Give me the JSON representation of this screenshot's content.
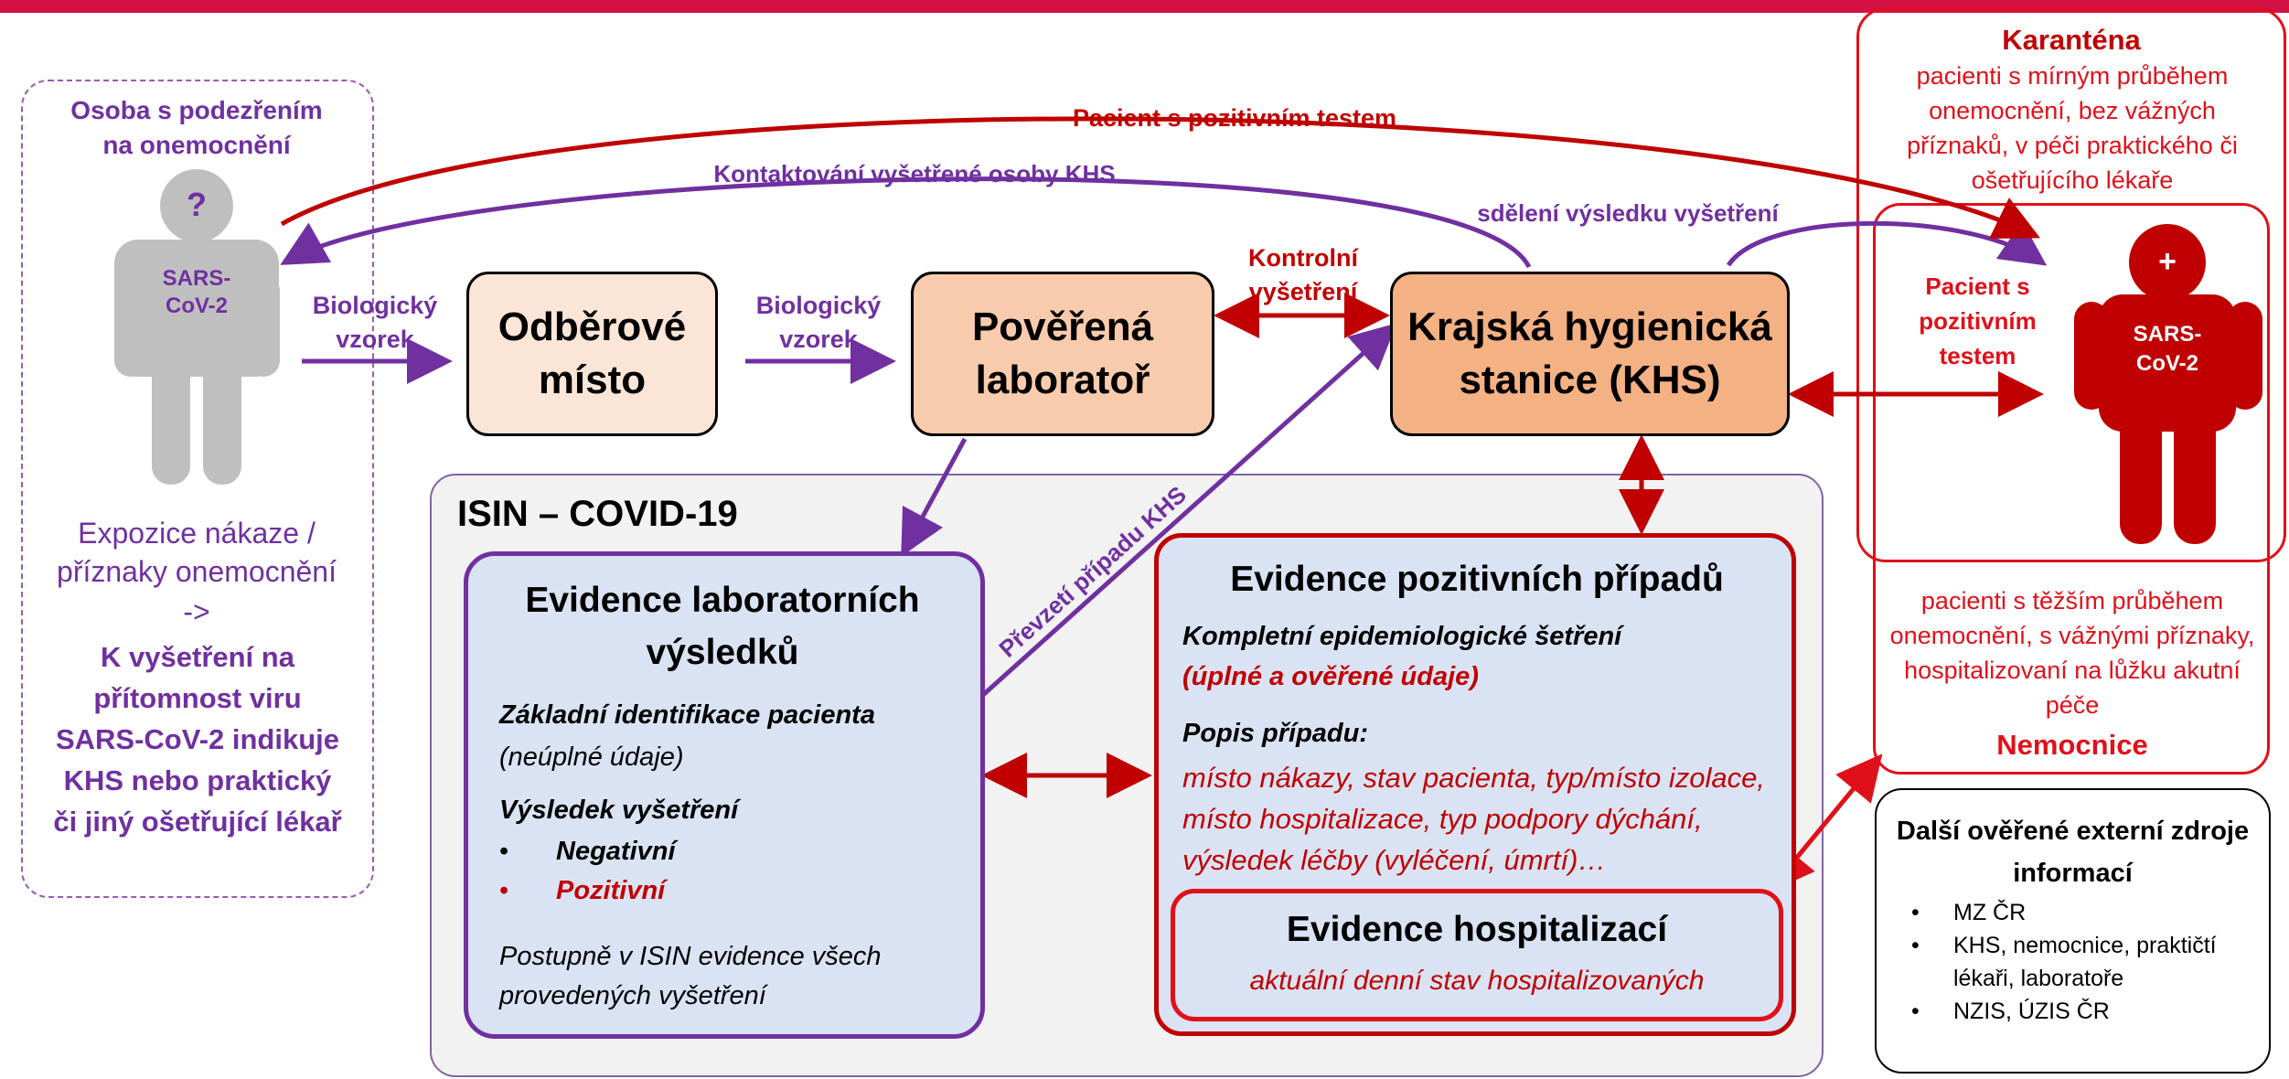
{
  "suspect": {
    "title": "Osoba s podezřením na onemocnění",
    "figure_question": "?",
    "figure_label": "SARS-CoV-2",
    "exposure": "Expozice nákaze / příznaky onemocnění",
    "arrow_text": "->",
    "indication": "K vyšetření na přítomnost viru SARS-CoV-2 indikuje KHS nebo praktický či jiný ošetřující lékař"
  },
  "flow": {
    "bio_sample_1": "Biologický vzorek",
    "bio_sample_2": "Biologický vzorek",
    "odberove_misto": "Odběrové místo",
    "laborator": "Pověřená laboratoř",
    "khs": "Krajská hygienická stanice (KHS)",
    "kontrolni": "Kontrolní vyšetření",
    "pacient_pozitivni_test": "Pacient s pozitivním testem",
    "kontaktovani": "Kontaktování vyšetřené osoby KHS",
    "sdeleni": "sdělení výsledku vyšetření",
    "prevzeti": "Převzetí případu KHS"
  },
  "isin": {
    "title": "ISIN – COVID-19",
    "lab": {
      "title": "Evidence laboratorních výsledků",
      "ident_title": "Základní identifikace pacienta",
      "ident_note": "(neúplné údaje)",
      "result_title": "Výsledek vyšetření",
      "negative": "Negativní",
      "positive": "Pozitivní",
      "footer": "Postupně v ISIN evidence všech provedených vyšetření"
    },
    "positive_cases": {
      "title": "Evidence pozitivních případů",
      "subtitle": "Kompletní epidemiologické šetření",
      "subtitle_note": "(úplné a ověřené údaje)",
      "popis_title": "Popis případu:",
      "popis": "místo nákazy, stav pacienta, typ/místo izolace, místo hospitalizace, typ podpory dýchání, výsledek léčby (vyléčení, úmrtí)…"
    },
    "hospitalizations": {
      "title": "Evidence hospitalizací",
      "subtitle": "aktuální denní stav hospitalizovaných"
    }
  },
  "karantena": {
    "title": "Karanténa",
    "text": "pacienti s mírným průběhem onemocnění, bez vážných příznaků, v péči praktického či ošetřujícího lékaře"
  },
  "patient": {
    "label": "Pacient s pozitivním testem",
    "figure_plus": "+",
    "figure_label": "SARS-CoV-2"
  },
  "nemocnice": {
    "text": "pacienti s těžším průběhem onemocnění, s vážnými příznaky, hospitalizovaní na lůžku akutní péče",
    "title": "Nemocnice"
  },
  "zdroje": {
    "title": "Další ověřené externí zdroje informací",
    "items": [
      "MZ ČR",
      "KHS, nemocnice, praktičtí lékaři, laboratoře",
      "NZIS, ÚZIS ČR"
    ]
  },
  "colors": {
    "purple": "#7030a0",
    "red": "#c00000",
    "bright_red": "#e0101a",
    "topbar": "#d31145",
    "gray_figure": "#bfbfbf",
    "box_fill": "#dae3f3"
  }
}
